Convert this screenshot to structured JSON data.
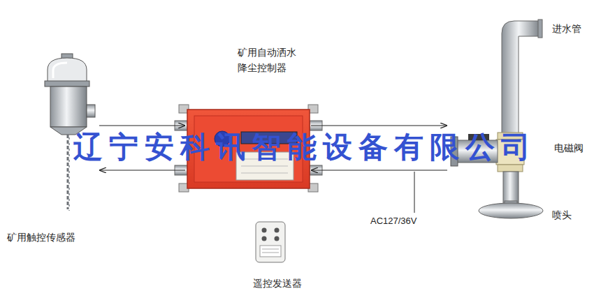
{
  "diagram": {
    "nodes": [
      {
        "text": [
          "矿用触控传感器"
        ]
      },
      {
        "text": [
          "矿用自动洒水 降尘控制器"
        ]
      },
      {
        "text": [
          "电磁阀"
        ]
      },
      {
        "text": [
          "遥控发送器"
        ]
      }
    ],
    "edges": [
      {
        "from": 0,
        "to": 1,
        "arrow": "to"
      },
      {
        "from": 1,
        "to": 0,
        "arrow": "to"
      },
      {
        "from": 1,
        "to": 2,
        "arrow": "to"
      },
      {
        "from": 2,
        "to": 1,
        "arrow": "to"
      }
    ],
    "labels": [
      "进水管",
      "喷头",
      "AC127/36V",
      "辽宁安科讯智能设备有限公司"
    ]
  }
}
